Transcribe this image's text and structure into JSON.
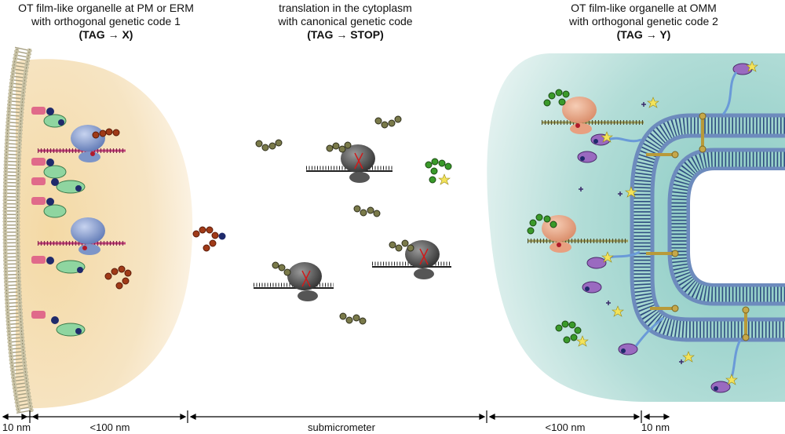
{
  "panels": {
    "left": {
      "line1": "OT film-like organelle at PM or ERM",
      "line2": "with orthogonal genetic code 1",
      "code": "(TAG → X)"
    },
    "center": {
      "line1": "translation in the cytoplasm",
      "line2": "with canonical genetic code",
      "code": "(TAG → STOP)"
    },
    "right": {
      "line1": "OT film-like organelle at OMM",
      "line2": "with orthogonal genetic code 2",
      "code": "(TAG → Y)"
    }
  },
  "scale_bar": {
    "left_membrane": "10 nm",
    "left_organelle": "<100 nm",
    "cytoplasm": "submicrometer",
    "right_organelle": "<100 nm",
    "right_membrane": "10 nm"
  },
  "colors": {
    "left_organelle": "#f2d9a8",
    "right_organelle": "#9fd3cc",
    "membrane_lipid": "#b8b295",
    "mito_membrane": "#3d5a8a",
    "ribosome_cytoplasm": "#4a4a4a",
    "ribosome_left": "#7d95c8",
    "ribosome_right": "#e8a080",
    "amino_acid_cytoplasm": "#7a7a4a",
    "amino_acid_x": "#a03a18",
    "amino_acid_y": "#3a9a2a"
  }
}
